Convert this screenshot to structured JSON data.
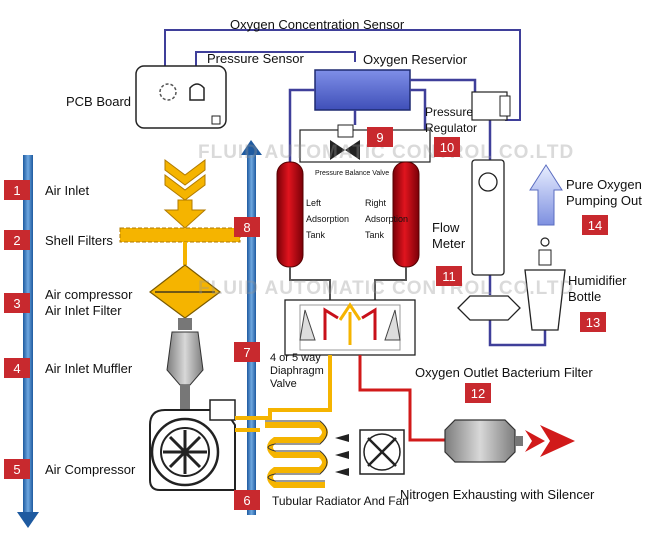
{
  "labels": {
    "oxygen_concentration_sensor": "Oxygen Concentration Sensor",
    "pressure_sensor": "Pressure Sensor",
    "oxygen_reservoir": "Oxygen Reservior",
    "pcb_board": "PCB Board",
    "pressure_regulator": "Pressure\nRegulator",
    "pressure_balance_valve": "Pressure Balance Valve",
    "left_adsorption_tank": "Left\nAdsorption\nTank",
    "right_adsorption_tank": "Right\nAdsorption\nTank",
    "flow_meter": "Flow\nMeter",
    "pure_oxygen_pumping_out": "Pure Oxygen\nPumping Out",
    "humidifier_bottle": "Humidifier\nBottle",
    "air_inlet": "Air Inlet",
    "shell_filters": "Shell Filters",
    "air_compressor_inlet_filter": "Air compressor\nAir Inlet Filter",
    "air_inlet_muffler": "Air Inlet Muffler",
    "air_compressor": "Air Compressor",
    "diaphragm_valve": "4 or 5 way\nDiaphragm\nValve",
    "oxygen_outlet_bacterium_filter": "Oxygen Outlet Bacterium Filter",
    "tubular_radiator_and_fan": "Tubular Radiator And Fan",
    "nitrogen_exhausting": "Nitrogen Exhausting with Silencer"
  },
  "badges": {
    "b1": "1",
    "b2": "2",
    "b3": "3",
    "b4": "4",
    "b5": "5",
    "b6": "6",
    "b7": "7",
    "b8": "8",
    "b9": "9",
    "b10": "10",
    "b11": "11",
    "b12": "12",
    "b13": "13",
    "b14": "14"
  },
  "watermark": "FLUID AUTOMATIC CONTROL CO.LTD",
  "colors": {
    "badge": "#c8292e",
    "oxygen_line": "#3f3f9a",
    "tank_red": "#c8101a",
    "air_yellow": "#f5b400",
    "exhaust_red": "#d11a1a",
    "flow_arrow_blue": "#2f6fb6"
  }
}
